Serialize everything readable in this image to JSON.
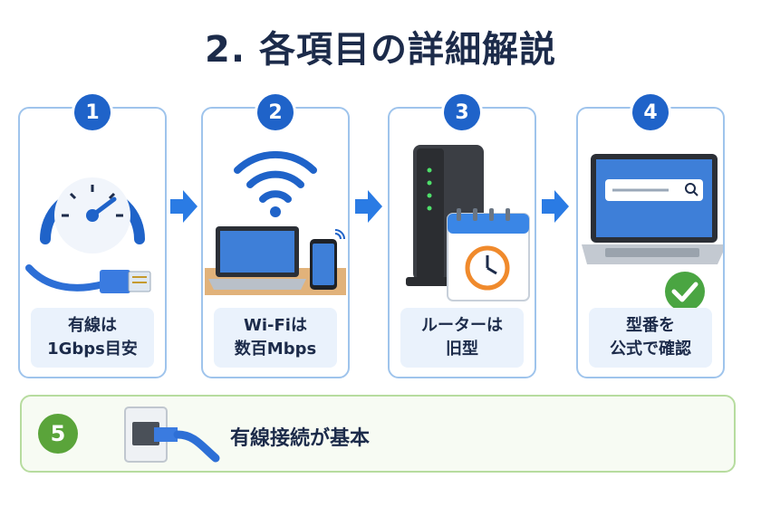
{
  "title": "2. 各項目の詳細解説",
  "steps": [
    {
      "number": "1",
      "line1": "有線は",
      "line2": "1Gbps目安"
    },
    {
      "number": "2",
      "line1": "Wi-Fiは",
      "line2": "数百Mbps"
    },
    {
      "number": "3",
      "line1": "ルーターは",
      "line2": "旧型"
    },
    {
      "number": "4",
      "line1": "型番を",
      "line2": "公式で確認"
    }
  ],
  "summary": {
    "number": "5",
    "text": "有線接続が基本"
  },
  "colors": {
    "accent": "#1f63c9",
    "card_border": "#9fc4ec",
    "green": "#5aa43a",
    "text": "#1c2b4a"
  }
}
